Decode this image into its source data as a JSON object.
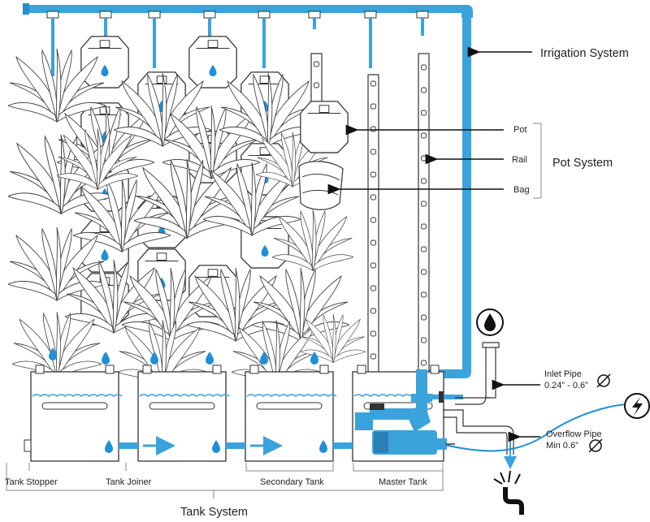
{
  "labels": {
    "irrigation": "Irrigation System",
    "pot": "Pot",
    "rail": "Rail",
    "bag": "Bag",
    "pot_system": "Pot System",
    "inlet_pipe_1": "Inlet Pipe",
    "inlet_pipe_2": "0.24” - 0.6”",
    "overflow_pipe_1": "Overflow Pipe",
    "overflow_pipe_2": "Min 0.6”",
    "tank_stopper": "Tank Stopper",
    "tank_joiner": "Tank Joiner",
    "secondary_tank": "Secondary Tank",
    "master_tank": "Master Tank",
    "tank_system": "Tank System"
  },
  "icons": {
    "water": "water-drop-icon",
    "power": "lightning-bolt-icon",
    "diameter": "diameter-symbol-icon",
    "drain": "drain-icon"
  },
  "colors": {
    "water": "#3aa3dc",
    "drop": "#1f8fd6",
    "line": "#333333"
  }
}
